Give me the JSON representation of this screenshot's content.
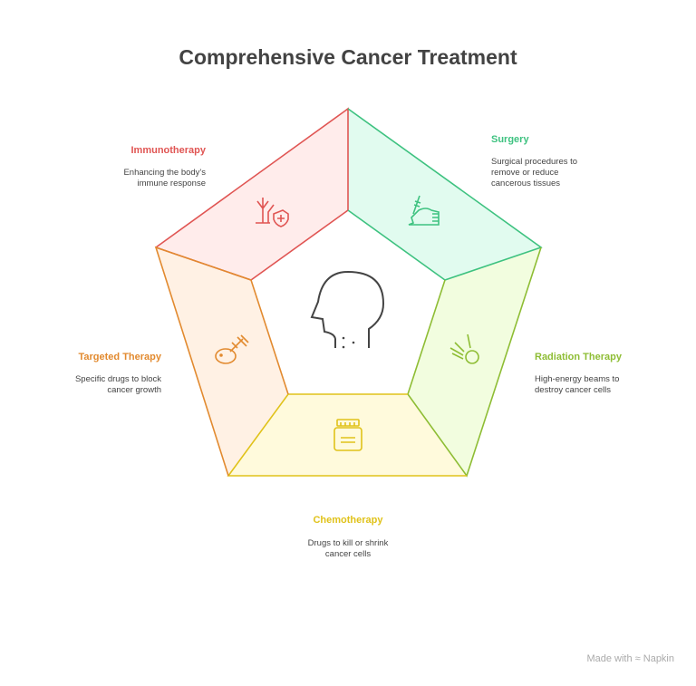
{
  "title": "Comprehensive Cancer Treatment",
  "segments": [
    {
      "label": "Immunotherapy",
      "desc1": "Enhancing the body's",
      "desc2": "immune response",
      "color": "#e05553",
      "fill": "#ffeceb",
      "icon": "immune-shield-icon"
    },
    {
      "label": "Surgery",
      "desc1": "Surgical procedures to",
      "desc2": "remove or reduce",
      "desc3": "cancerous tissues",
      "color": "#3ec280",
      "fill": "#e1fbef",
      "icon": "hand-scalpel-icon"
    },
    {
      "label": "Radiation Therapy",
      "desc1": "High-energy beams to",
      "desc2": "destroy cancer cells",
      "color": "#8ebd34",
      "fill": "#f2fddf",
      "icon": "radiation-beam-icon"
    },
    {
      "label": "Chemotherapy",
      "desc1": "Drugs to kill or shrink",
      "desc2": "cancer cells",
      "color": "#e0c21a",
      "fill": "#fffadc",
      "icon": "pill-bottle-icon"
    },
    {
      "label": "Targeted Therapy",
      "desc1": "Specific drugs to block",
      "desc2": "cancer growth",
      "color": "#e28a2f",
      "fill": "#fff1e4",
      "icon": "syringe-cell-icon"
    }
  ],
  "center_icon": "head-icon",
  "footer": "Made with ≈ Napkin"
}
